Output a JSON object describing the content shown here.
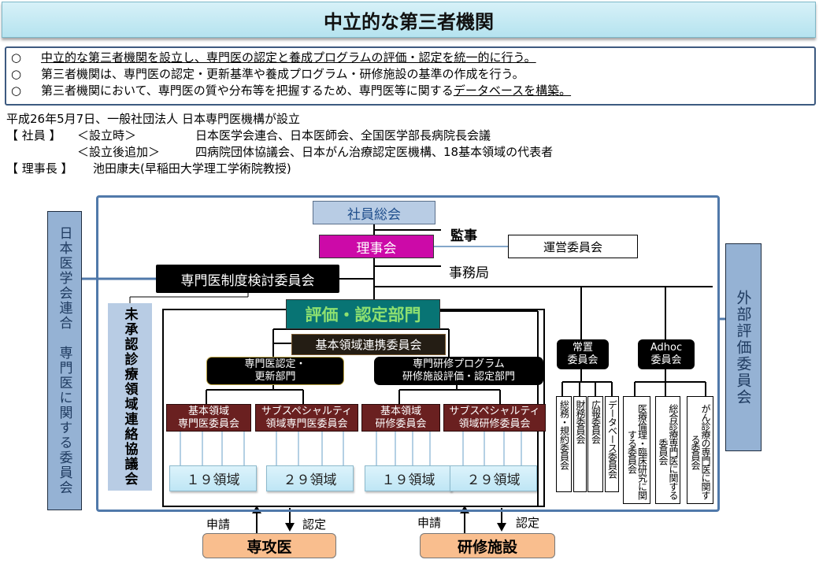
{
  "title": "中立的な第三者機関",
  "bullets": {
    "mark": "○",
    "items": [
      {
        "plain_before": "",
        "underlined": "中立的な第三者機関を設立し、専門医の認定と養成プログラムの評価・認定を統一的に行う。",
        "plain_after": ""
      },
      {
        "plain_before": "第三者機関は、専門医の認定・更新基準や養成プログラム・研修施設の基準の作成を行う。",
        "underlined": "",
        "plain_after": ""
      },
      {
        "plain_before": "第三者機関において、専門医の質や分布等を把握するため、専門医等に関する",
        "underlined": "データベースを構築。",
        "plain_after": ""
      }
    ]
  },
  "info": {
    "established": "平成26年5月7日、一般社団法人 日本専門医機構が設立",
    "members_label": "【 社員 】",
    "at_founding_label": "＜設立時＞",
    "at_founding_value": "日本医学会連合、日本医師会、全国医学部長病院長会議",
    "added_label": "＜設立後追加＞",
    "added_value": "四病院団体協議会、日本がん治療認定医機構、18基本領域の代表者",
    "chair_label": "【 理事長 】",
    "chair_value": "池田康夫(早稲田大学理工学術院教授)"
  },
  "org": {
    "left_side": "日本医学会連合　専門医に関する委員会",
    "right_side": "外部評価委員会",
    "unapproved": "未承認診療領域連絡協議会",
    "general_meeting": "社員総会",
    "auditor": "監事",
    "board": "理事会",
    "management_committee": "運営委員会",
    "secretariat": "事務局",
    "review_committee": "専門医制度検討委員会",
    "eval_dept": "評価・認定部門",
    "link_committee": "基本領域連携委員会",
    "dept_specialist": [
      "専門医認定・",
      "更新部門"
    ],
    "dept_program": [
      "専門研修プログラム",
      "研修施設評価・認定部門"
    ],
    "committees": [
      [
        "基本領域",
        "専門医委員会"
      ],
      [
        "サブスペシャルティ",
        "領域専門医委員会"
      ],
      [
        "基本領域",
        "研修委員会"
      ],
      [
        "サブスペシャルティ",
        "領域研修委員会"
      ]
    ],
    "domains": [
      "１９領域",
      "２９領域",
      "１９領域",
      "２９領域"
    ],
    "standing": [
      "常置",
      "委員会"
    ],
    "adhoc": [
      "Adhoc",
      "委員会"
    ],
    "standing_items": [
      "総務・規約委員会",
      "財務委員会",
      "広報委員会",
      "データベース委員会"
    ],
    "adhoc_items": [
      "医療倫理・臨床研究に関する委員会",
      "総合診療専門医に関する委員会",
      "がん診療の専門医に関する委員会"
    ],
    "apply": "申請",
    "certify": "認定",
    "resident": "専攻医",
    "facility": "研修施設"
  }
}
